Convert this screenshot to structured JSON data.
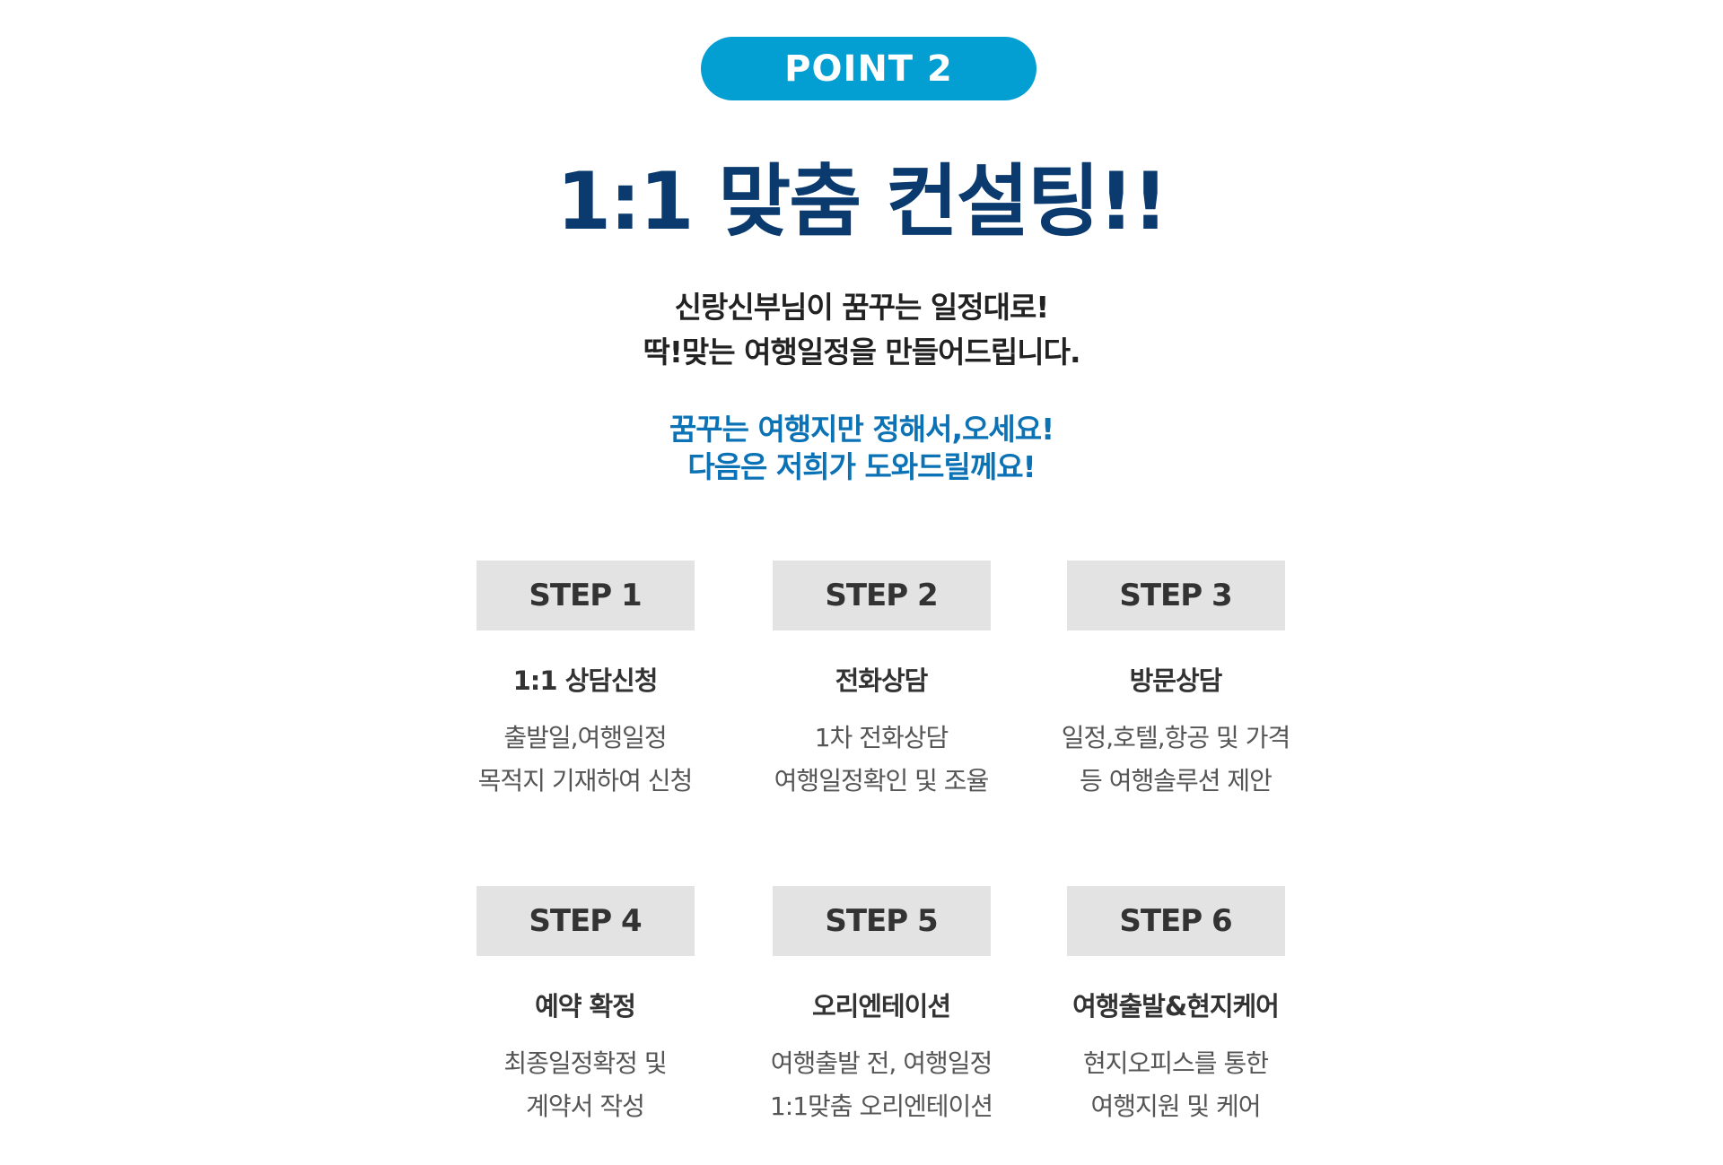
{
  "badge": {
    "label": "POINT 2"
  },
  "title": "1:1 맞춤 컨설팅!!",
  "lead_dark": [
    "신랑신부님이 꿈꾸는 일정대로!",
    "딱!맞는 여행일정을 만들어드립니다."
  ],
  "lead_blue": [
    "꿈꾸는 여행지만 정해서,오세요!",
    "다음은 저희가 도와드릴께요!"
  ],
  "colors": {
    "badge_bg": "#039fd3",
    "title": "#0b3b6e",
    "lead_blue": "#0b72b6",
    "step_badge_bg": "#e3e3e3"
  },
  "steps": [
    {
      "label": "STEP 1",
      "title": "1:1 상담신청",
      "desc": [
        "출발일,여행일정",
        "목적지 기재하여 신청"
      ]
    },
    {
      "label": "STEP 2",
      "title": "전화상담",
      "desc": [
        "1차 전화상담",
        "여행일정확인 및 조율"
      ]
    },
    {
      "label": "STEP 3",
      "title": "방문상담",
      "desc": [
        "일정,호텔,항공 및 가격",
        "등 여행솔루션 제안"
      ]
    },
    {
      "label": "STEP 4",
      "title": "예약 확정",
      "desc": [
        "최종일정확정 및",
        "계약서 작성"
      ]
    },
    {
      "label": "STEP 5",
      "title": "오리엔테이션",
      "desc": [
        "여행출발 전, 여행일정",
        "1:1맞춤 오리엔테이션"
      ]
    },
    {
      "label": "STEP 6",
      "title": "여행출발&현지케어",
      "desc": [
        "현지오피스를 통한",
        "여행지원 및 케어"
      ]
    }
  ]
}
